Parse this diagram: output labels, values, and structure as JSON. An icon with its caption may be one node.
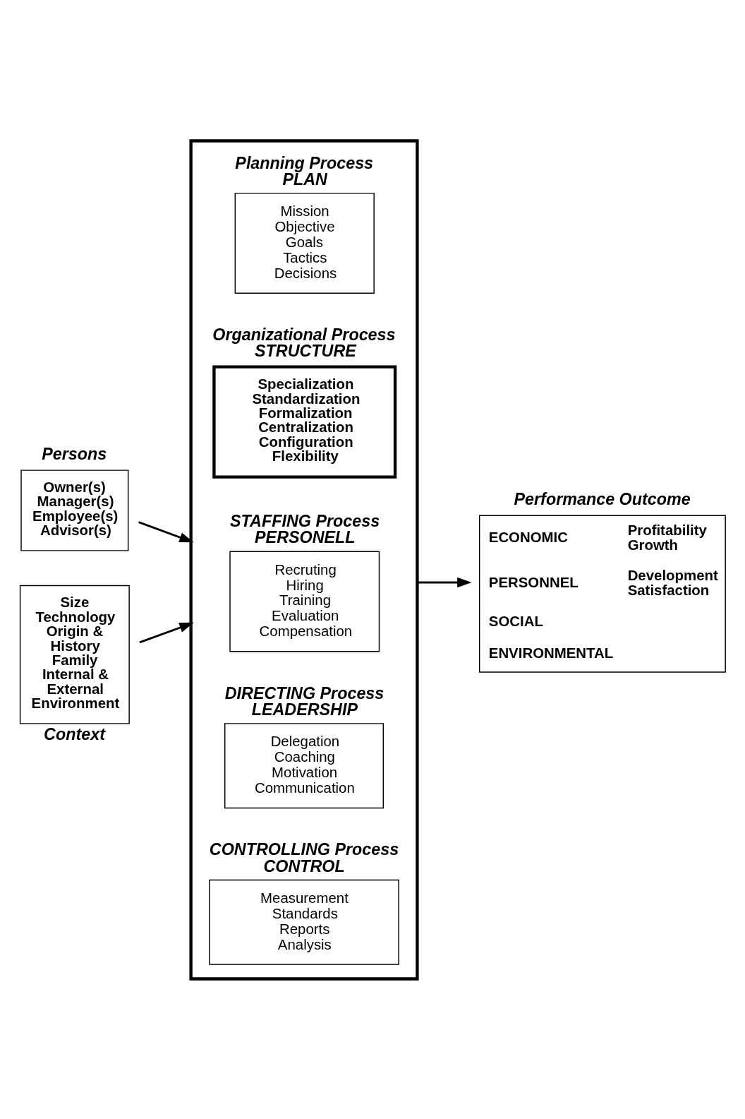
{
  "diagram": {
    "nodes": [
      {
        "text": [
          "Persons",
          "Owner(s) Manager(s) Employee(s) Advisor(s)"
        ]
      },
      {
        "text": [
          "Size Technology Origin & History Family Internal & External Environment",
          "Context"
        ]
      },
      {
        "text": [],
        "shape": "box"
      },
      {
        "text": [
          "Planning Process PLAN",
          "Mission Objective Goals Tactics Decisions"
        ],
        "in": 2
      },
      {
        "text": [
          "Organizational Process STRUCTURE",
          "Specialization Standardization Formalization Centralization Configuration Flexibility"
        ],
        "in": 2
      },
      {
        "text": [
          "STAFFING Process PERSONELL",
          "Recruting Hiring Training Evaluation Compensation"
        ],
        "in": 2
      },
      {
        "text": [
          "DIRECTING Process LEADERSHIP",
          "Delegation Coaching Motivation Communication"
        ],
        "in": 2
      },
      {
        "text": [
          "CONTROLLING Process CONTROL",
          "Measurement Standards Reports Analysis"
        ],
        "in": 2
      },
      {
        "text": [
          "Performance Outcome",
          "ECONOMIC",
          "Profitability Growth",
          "PERSONNEL",
          "Development Satisfaction",
          "SOCIAL",
          "ENVIRONMENTAL"
        ]
      }
    ],
    "edges": [
      {
        "from": 0,
        "to": 2,
        "arrow": "to"
      },
      {
        "from": 1,
        "to": 2,
        "arrow": "to"
      },
      {
        "from": 2,
        "to": 8,
        "arrow": "to"
      }
    ]
  }
}
